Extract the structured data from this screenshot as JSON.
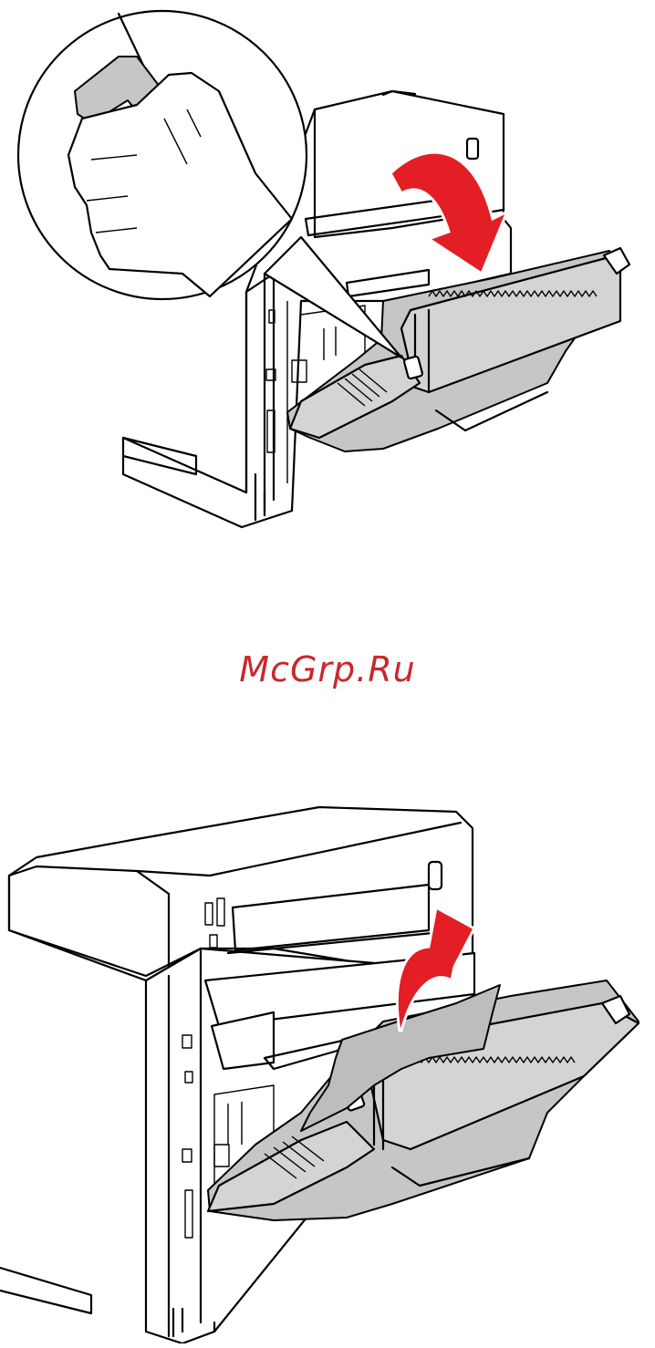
{
  "watermark": {
    "text": "McGrp.Ru",
    "color": "#c8282d"
  },
  "illustrations": [
    {
      "step": "open-duplex-unit",
      "arrow_direction": "down",
      "arrow_color": "#e31e24"
    },
    {
      "step": "remove-jammed-paper",
      "arrow_direction": "up",
      "arrow_color": "#e31e24"
    }
  ]
}
